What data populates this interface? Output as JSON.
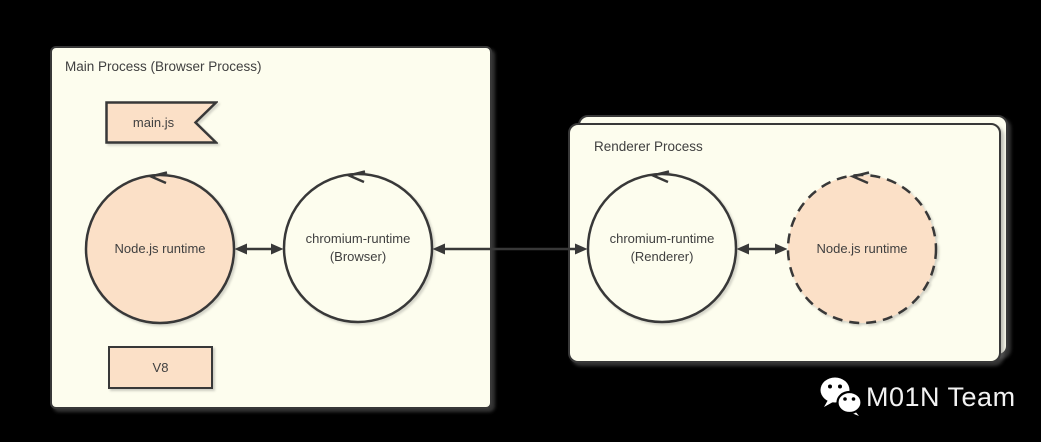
{
  "colors": {
    "canvas_bg": "#000000",
    "panel_fill": "#FDFDEE",
    "node_fill": "#FBE0C7",
    "line": "#383838",
    "text": "#404040",
    "footer_text": "#F2F2F2"
  },
  "main_process": {
    "title": "Main Process (Browser Process)",
    "entry_file": {
      "label": "main.js"
    },
    "node_runtime": {
      "label": "Node.js runtime"
    },
    "chromium_runtime": {
      "label": "chromium-runtime",
      "sublabel": "(Browser)"
    },
    "engine": {
      "label": "V8"
    }
  },
  "renderer_process": {
    "title": "Renderer Process",
    "chromium_runtime": {
      "label": "chromium-runtime",
      "sublabel": "(Renderer)"
    },
    "node_runtime": {
      "label": "Node.js runtime"
    }
  },
  "edges": [
    {
      "from": "Node.js runtime (main)",
      "to": "chromium-runtime (Browser)",
      "style": "bidirectional"
    },
    {
      "from": "chromium-runtime (Browser)",
      "to": "chromium-runtime (Renderer)",
      "style": "bidirectional"
    },
    {
      "from": "chromium-runtime (Renderer)",
      "to": "Node.js runtime (renderer)",
      "style": "bidirectional"
    }
  ],
  "footer": {
    "team_name": "M01N Team",
    "logo": "wechat-icon"
  }
}
